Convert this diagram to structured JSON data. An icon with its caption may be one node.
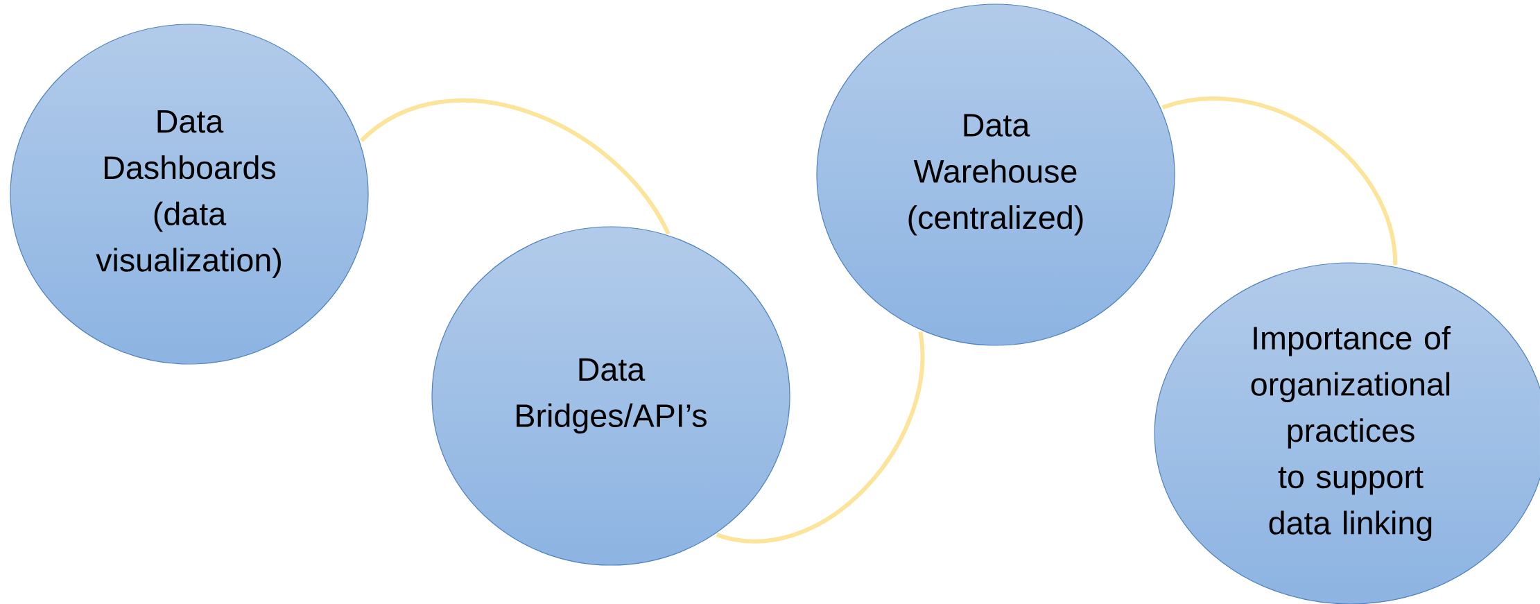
{
  "diagram": {
    "nodes": [
      {
        "text": [
          "Data Dashboards (data visualization)"
        ]
      },
      {
        "text": [
          "Data Bridges/API’s"
        ]
      },
      {
        "text": [
          "Data Warehouse (centralized)"
        ]
      },
      {
        "text": [
          "Importance of organizational practices to support data linking"
        ]
      }
    ],
    "edges": [
      {
        "from": 0,
        "to": 1,
        "arrow": "none"
      },
      {
        "from": 2,
        "to": 1,
        "arrow": "none"
      },
      {
        "from": 2,
        "to": 3,
        "arrow": "none"
      }
    ]
  }
}
